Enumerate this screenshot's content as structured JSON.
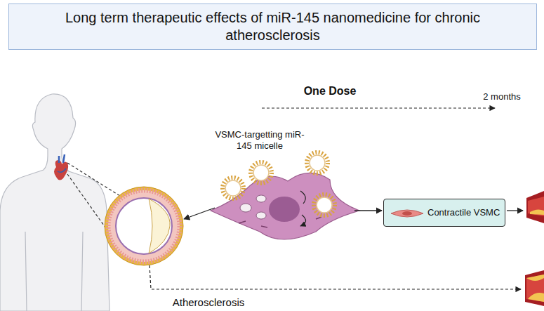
{
  "diagram": {
    "title": "Long term therapeutic effects of miR-145 nanomedicine for chronic atherosclerosis",
    "nodes": [
      {
        "text": [
          "Contractile VSMC"
        ]
      }
    ],
    "labels": [
      "One Dose",
      "2 months",
      "VSMC-targetting miR-145 micelle",
      "Atherosclerosis"
    ]
  }
}
